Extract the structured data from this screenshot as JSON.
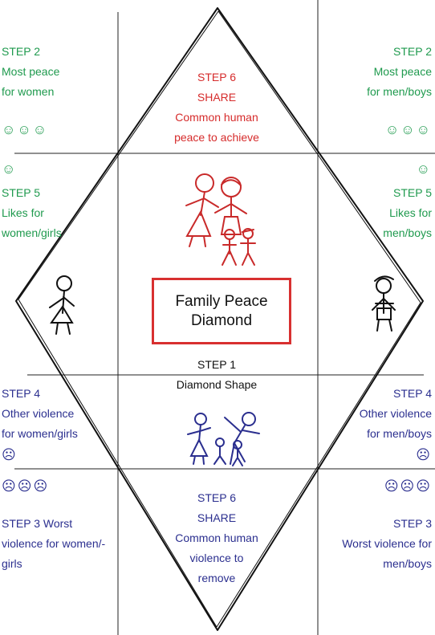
{
  "diagram_title": [
    "Family Peace",
    "Diamond"
  ],
  "center_step": {
    "heading": "STEP 1",
    "text": "Diamond Shape"
  },
  "top_center": {
    "heading": "STEP 6",
    "lines": [
      "SHARE",
      "Common human",
      "peace to achieve"
    ]
  },
  "bottom_center": {
    "heading": "STEP 6",
    "lines": [
      "SHARE",
      "Common human",
      "violence to",
      "remove"
    ]
  },
  "top_left": {
    "heading": "STEP 2",
    "lines": [
      "Most peace",
      "for women"
    ],
    "smileys": "☺☺☺"
  },
  "top_right": {
    "heading": "STEP 2",
    "lines": [
      "Most peace",
      "for men/boys"
    ],
    "smileys": "☺☺☺"
  },
  "mid_left": {
    "smiley": "☺",
    "heading": "STEP 5",
    "lines": [
      "Likes for",
      "women/girls"
    ]
  },
  "mid_right": {
    "smiley": "☺",
    "heading": "STEP 5",
    "lines": [
      "Likes for",
      "men/boys"
    ]
  },
  "low_left": {
    "heading": "STEP 4",
    "lines": [
      "Other violence",
      "for women/girls"
    ],
    "frown": "☹"
  },
  "low_right": {
    "heading": "STEP 4",
    "lines": [
      "Other violence",
      "for men/boys"
    ],
    "frown": "☹"
  },
  "bottom_left": {
    "frowns": "☹☹☹",
    "lines": [
      "STEP 3 Worst",
      "violence for women/-",
      "girls"
    ]
  },
  "bottom_right": {
    "frowns": "☹☹☹",
    "heading": "STEP 3",
    "lines": [
      "Worst violence for",
      "men/boys"
    ]
  },
  "colors": {
    "peace": "#1f9a4e",
    "violence": "#2b2f8f",
    "share_top": "#d62b2b",
    "box_border": "#d83030"
  },
  "icons": [
    "woman-stick-figure",
    "man-stick-figure",
    "happy-family-figures",
    "violent-family-figures"
  ]
}
